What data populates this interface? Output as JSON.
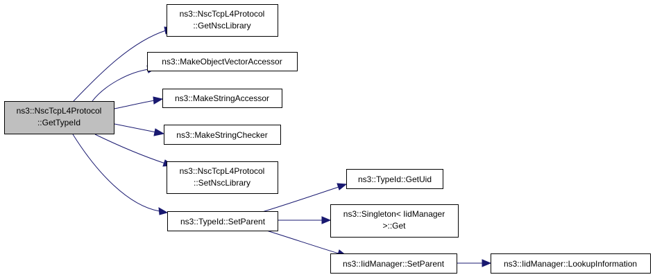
{
  "graph": {
    "edge_color": "#191970",
    "root_fill": "#bfbfbf",
    "nodes": {
      "root": {
        "line1": "ns3::NscTcpL4Protocol",
        "line2": "::GetTypeId"
      },
      "get_nsc_library": {
        "line1": "ns3::NscTcpL4Protocol",
        "line2": "::GetNscLibrary"
      },
      "make_object_vector_accessor": {
        "line1": "ns3::MakeObjectVectorAccessor"
      },
      "make_string_accessor": {
        "line1": "ns3::MakeStringAccessor"
      },
      "make_string_checker": {
        "line1": "ns3::MakeStringChecker"
      },
      "set_nsc_library": {
        "line1": "ns3::NscTcpL4Protocol",
        "line2": "::SetNscLibrary"
      },
      "typeid_set_parent": {
        "line1": "ns3::TypeId::SetParent"
      },
      "typeid_get_uid": {
        "line1": "ns3::TypeId::GetUid"
      },
      "singleton_get": {
        "line1": "ns3::Singleton< IidManager",
        "line2": " >::Get"
      },
      "iidmanager_set_parent": {
        "line1": "ns3::IidManager::SetParent"
      },
      "iidmanager_lookup_information": {
        "line1": "ns3::IidManager::LookupInformation"
      }
    }
  }
}
